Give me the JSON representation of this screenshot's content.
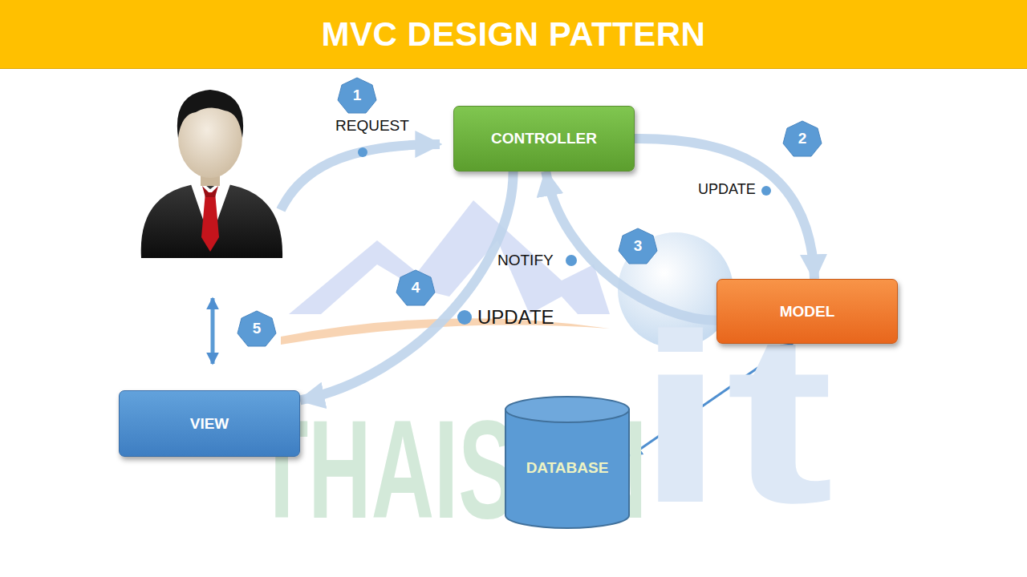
{
  "diagram": {
    "title": "MVC DESIGN PATTERN",
    "nodes": [
      {
        "text": [
          "CONTROLLER"
        ]
      },
      {
        "text": [
          "MODEL"
        ]
      },
      {
        "text": [
          "VIEW"
        ]
      },
      {
        "text": [
          "DATABASE"
        ]
      }
    ],
    "edges": [
      {
        "from": 0,
        "to": 1,
        "label": "UPDATE",
        "arrow": "to"
      },
      {
        "from": 1,
        "to": 0,
        "label": "NOTIFY",
        "arrow": "to"
      },
      {
        "from": 0,
        "to": 2,
        "label": "UPDATE",
        "arrow": "to"
      },
      {
        "from": 1,
        "to": 3,
        "arrow": "both"
      }
    ],
    "labels": [
      "1",
      "REQUEST",
      "2",
      "3",
      "4",
      "5",
      "THAISON",
      "it"
    ]
  }
}
